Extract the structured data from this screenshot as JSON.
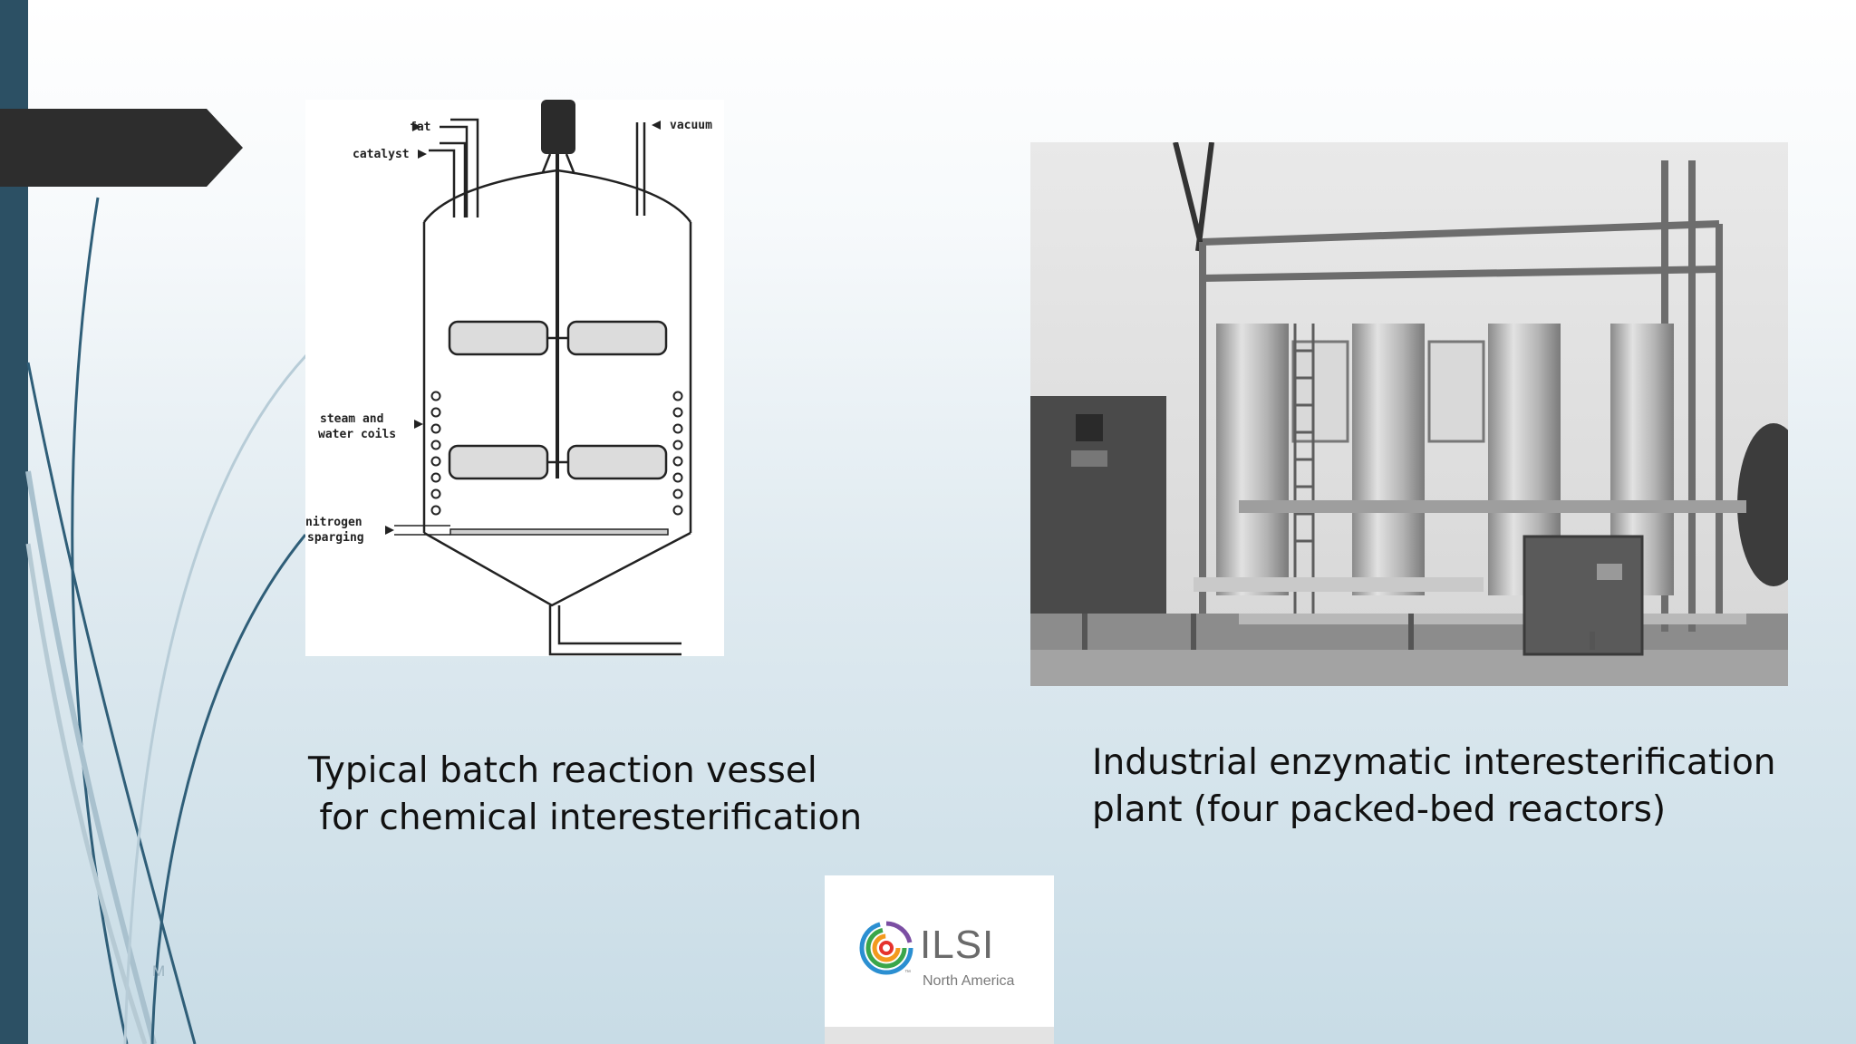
{
  "diagram": {
    "labels": {
      "fat": "fat",
      "catalyst": "catalyst",
      "vacuum": "vacuum",
      "steam_line1": "steam and",
      "steam_line2": "water coils",
      "nitrogen_line1": "nitrogen",
      "nitrogen_line2": "sparging"
    }
  },
  "captions": {
    "left_line1": "Typical batch reaction vessel",
    "left_line2": " for chemical interesterification",
    "right_line1": "Industrial enzymatic interesterification",
    "right_line2": "plant (four packed-bed reactors)"
  },
  "logo": {
    "name": "ILSI",
    "region": "North America",
    "tm": "™"
  },
  "slide_number": "M",
  "colors": {
    "side_bar": "#2c5064",
    "arrow_tab": "#2d2d2d",
    "logo_rings": [
      "#e5322d",
      "#f39a1e",
      "#3aa64a",
      "#2b8fd1",
      "#7b4ea3"
    ]
  }
}
